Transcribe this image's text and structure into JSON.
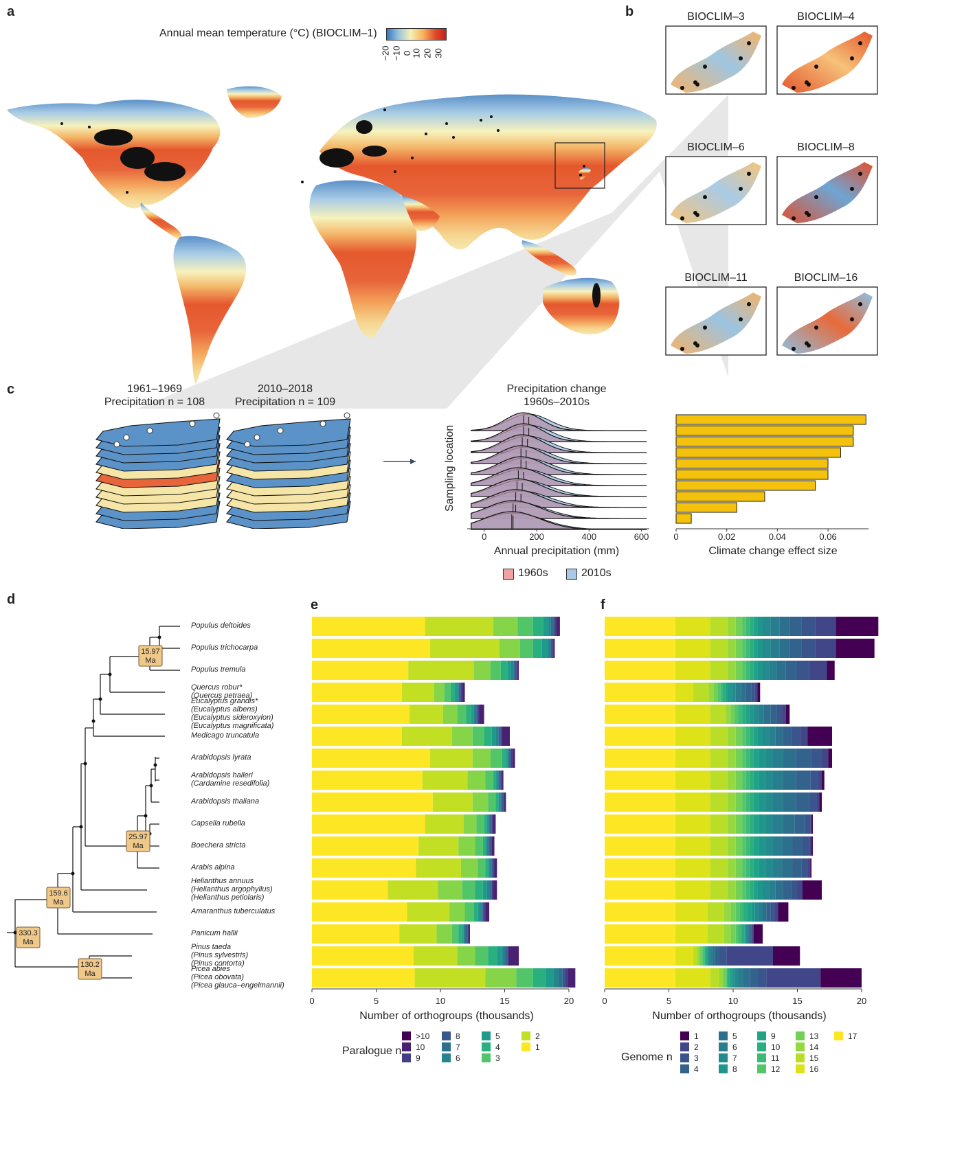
{
  "colors": {
    "cold": "#4f86c2",
    "mid": "#fbf3b5",
    "warm": "#e2562b",
    "land_pale": "#f7e3a4",
    "yellow": "#f4c20d",
    "red1960": "#f2a0a0",
    "blue2010": "#a9c9e6",
    "age_box": "#f0c98a"
  },
  "panel_a": {
    "letter": "a",
    "legend_title": "Annual mean temperature (°C) (BIOCLIM–1)",
    "legend_ticks": [
      "−20",
      "−10",
      "0",
      "10",
      "20",
      "30"
    ]
  },
  "panel_b": {
    "letter": "b",
    "maps": [
      "BIOCLIM–3",
      "BIOCLIM–4",
      "BIOCLIM–6",
      "BIOCLIM–8",
      "BIOCLIM–11",
      "BIOCLIM–16"
    ]
  },
  "panel_c": {
    "letter": "c",
    "period1": "1961–1969",
    "period1_n": "Precipitation n = 108",
    "period2": "2010–2018",
    "period2_n": "Precipitation n = 109",
    "ridge_title_1": "Precipitation change",
    "ridge_title_2": "1960s–2010s",
    "ridge_ylabel": "Sampling location",
    "ridge_xlabel": "Annual precipitation (mm)",
    "ridge_xticks": [
      "0",
      "200",
      "400",
      "600"
    ],
    "legend_1960": "1960s",
    "legend_2010": "2010s",
    "bar_xlabel": "Climate change effect size",
    "bar_xticks": [
      "0",
      "0.02",
      "0.04",
      "0.06"
    ]
  },
  "panel_d": {
    "letter": "d",
    "ages": [
      {
        "value": "15.97",
        "unit": "Ma"
      },
      {
        "value": "25.97",
        "unit": "Ma"
      },
      {
        "value": "159.6",
        "unit": "Ma"
      },
      {
        "value": "330.3",
        "unit": "Ma"
      },
      {
        "value": "130.2",
        "unit": "Ma"
      }
    ],
    "species": [
      [
        "Populus deltoides"
      ],
      [
        "Populus trichocarpa"
      ],
      [
        "Populus tremula"
      ],
      [
        "Quercus robur*",
        "(Quercus petraea)"
      ],
      [
        "Eucalyptus grandis*",
        "(Eucalyptus albens)",
        "(Eucalyptus sideroxylon)",
        "(Eucalyptus magnificata)"
      ],
      [
        "Medicago truncatula"
      ],
      [
        "Arabidopsis lyrata"
      ],
      [
        "Arabidopsis halleri",
        "(Cardamine resedifolia)"
      ],
      [
        "Arabidopsis thaliana"
      ],
      [
        "Capsella rubella"
      ],
      [
        "Boechera stricta"
      ],
      [
        "Arabis alpina"
      ],
      [
        "Helianthus annuus",
        "(Helianthus argophyllus)",
        "(Helianthus petiolaris)"
      ],
      [
        "Amaranthus tuberculatus"
      ],
      [
        "Panicum hallii"
      ],
      [
        "Pinus taeda",
        "(Pinus sylvestris)",
        "(Pinus contorta)"
      ],
      [
        "Picea abies",
        "(Picea obovata)",
        "(Picea glauca–engelmannii)"
      ]
    ]
  },
  "panel_e": {
    "letter": "e",
    "xlabel": "Number of orthogroups (thousands)",
    "xticks": [
      "0",
      "5",
      "10",
      "15",
      "20"
    ],
    "legend_title": "Paralogue n",
    "legend_labels": [
      ">10",
      "10",
      "9",
      "8",
      "7",
      "6",
      "5",
      "4",
      "3",
      "2",
      "1"
    ]
  },
  "panel_f": {
    "letter": "f",
    "xlabel": "Number of orthogroups (thousands)",
    "xticks": [
      "0",
      "5",
      "10",
      "15",
      "20"
    ],
    "legend_title": "Genome n",
    "legend_labels": [
      "1",
      "2",
      "3",
      "4",
      "5",
      "6",
      "7",
      "8",
      "9",
      "10",
      "11",
      "12",
      "13",
      "14",
      "15",
      "16",
      "17"
    ]
  },
  "chart_data": [
    {
      "type": "area",
      "panel": "c-ridges",
      "title": "Precipitation change 1960s–2010s",
      "xlabel": "Annual precipitation (mm)",
      "ylabel": "Sampling location",
      "xlim": [
        -65,
        630
      ],
      "series": [
        {
          "name": "1960s"
        },
        {
          "name": "2010s"
        }
      ],
      "ridge_count": 10,
      "median_1960s": [
        150,
        150,
        145,
        140,
        140,
        130,
        125,
        120,
        110,
        105
      ],
      "median_2010s": [
        170,
        170,
        165,
        160,
        160,
        150,
        145,
        140,
        120,
        110
      ]
    },
    {
      "type": "bar",
      "panel": "c-effect",
      "xlabel": "Climate change effect size",
      "xlim": [
        0,
        0.076
      ],
      "values": [
        0.075,
        0.07,
        0.07,
        0.065,
        0.06,
        0.06,
        0.055,
        0.035,
        0.024,
        0.006
      ]
    },
    {
      "type": "bar",
      "panel": "e",
      "stacked": true,
      "xlabel": "Number of orthogroups (thousands)",
      "xlim": [
        0,
        20
      ],
      "categories": [
        "Populus deltoides",
        "Populus trichocarpa",
        "Populus tremula",
        "Quercus robur*",
        "Eucalyptus grandis*",
        "Medicago truncatula",
        "Arabidopsis lyrata",
        "Arabidopsis halleri",
        "Arabidopsis thaliana",
        "Capsella rubella",
        "Boechera stricta",
        "Arabis alpina",
        "Helianthus annuus",
        "Amaranthus tuberculatus",
        "Panicum hallii",
        "Pinus taeda",
        "Picea abies"
      ],
      "series_order": [
        "1",
        "2",
        "3",
        "4",
        "5",
        "6",
        "7",
        "8",
        "9",
        "10",
        ">10"
      ],
      "rows": [
        [
          8.8,
          5.3,
          1.9,
          1.2,
          0.8,
          0.4,
          0.2,
          0.2,
          0.1,
          0.1,
          0.3
        ],
        [
          9.2,
          5.4,
          1.6,
          1.0,
          0.7,
          0.4,
          0.2,
          0.1,
          0.1,
          0.1,
          0.1
        ],
        [
          7.5,
          5.1,
          1.3,
          0.8,
          0.5,
          0.3,
          0.2,
          0.1,
          0.1,
          0.1,
          0.1
        ],
        [
          7.0,
          2.5,
          0.8,
          0.5,
          0.3,
          0.2,
          0.1,
          0.1,
          0.1,
          0.1,
          0.2
        ],
        [
          7.6,
          2.6,
          1.1,
          0.7,
          0.4,
          0.2,
          0.1,
          0.1,
          0.1,
          0.1,
          0.4
        ],
        [
          7.0,
          3.9,
          1.6,
          0.9,
          0.6,
          0.3,
          0.2,
          0.1,
          0.1,
          0.1,
          0.6
        ],
        [
          9.2,
          3.3,
          1.4,
          0.9,
          0.3,
          0.1,
          0.1,
          0.1,
          0.1,
          0.1,
          0.2
        ],
        [
          8.6,
          3.5,
          1.4,
          0.6,
          0.2,
          0.1,
          0.1,
          0.1,
          0.1,
          0.1,
          0.1
        ],
        [
          9.4,
          3.1,
          1.2,
          0.6,
          0.2,
          0.1,
          0.1,
          0.1,
          0.1,
          0.1,
          0.1
        ],
        [
          8.8,
          3.0,
          1.0,
          0.6,
          0.2,
          0.1,
          0.1,
          0.1,
          0.1,
          0.1,
          0.2
        ],
        [
          8.3,
          3.1,
          1.3,
          0.6,
          0.2,
          0.1,
          0.1,
          0.1,
          0.1,
          0.1,
          0.2
        ],
        [
          8.1,
          3.5,
          1.3,
          0.6,
          0.2,
          0.1,
          0.1,
          0.1,
          0.1,
          0.1,
          0.2
        ],
        [
          5.9,
          3.9,
          1.9,
          1.0,
          0.6,
          0.3,
          0.2,
          0.1,
          0.1,
          0.1,
          0.3
        ],
        [
          7.4,
          3.3,
          1.2,
          0.7,
          0.3,
          0.2,
          0.1,
          0.1,
          0.1,
          0.1,
          0.3
        ],
        [
          6.8,
          2.9,
          1.2,
          0.5,
          0.3,
          0.1,
          0.1,
          0.1,
          0.1,
          0.1,
          0.1
        ],
        [
          7.9,
          3.4,
          1.4,
          1.0,
          0.7,
          0.4,
          0.2,
          0.1,
          0.1,
          0.1,
          0.8
        ],
        [
          8.0,
          5.5,
          2.4,
          1.3,
          1.0,
          0.6,
          0.4,
          0.3,
          0.2,
          0.2,
          0.6
        ]
      ]
    },
    {
      "type": "bar",
      "panel": "f",
      "stacked": true,
      "xlabel": "Number of orthogroups (thousands)",
      "xlim": [
        0,
        20
      ],
      "categories": [
        "Populus deltoides",
        "Populus trichocarpa",
        "Populus tremula",
        "Quercus robur*",
        "Eucalyptus grandis*",
        "Medicago truncatula",
        "Arabidopsis lyrata",
        "Arabidopsis halleri",
        "Arabidopsis thaliana",
        "Capsella rubella",
        "Boechera stricta",
        "Arabis alpina",
        "Helianthus annuus",
        "Amaranthus tuberculatus",
        "Panicum hallii",
        "Pinus taeda",
        "Picea abies"
      ],
      "series_order": [
        "17",
        "16",
        "15",
        "14",
        "13",
        "12",
        "11",
        "10",
        "9",
        "8",
        "7",
        "6",
        "5",
        "4",
        "3",
        "2",
        "1"
      ],
      "rows": [
        [
          5.5,
          2.7,
          1.4,
          0.6,
          0.5,
          0.3,
          0.3,
          0.3,
          0.3,
          0.4,
          0.6,
          0.7,
          0.8,
          0.9,
          1.1,
          1.6,
          3.3
        ],
        [
          5.5,
          2.7,
          1.4,
          0.6,
          0.5,
          0.3,
          0.3,
          0.3,
          0.3,
          0.4,
          0.6,
          0.7,
          0.8,
          0.9,
          1.1,
          1.6,
          3.0
        ],
        [
          5.5,
          2.7,
          1.4,
          0.6,
          0.5,
          0.3,
          0.3,
          0.3,
          0.3,
          0.4,
          0.5,
          0.6,
          0.7,
          0.8,
          1.0,
          1.4,
          0.6
        ],
        [
          5.5,
          1.4,
          1.2,
          0.4,
          0.3,
          0.2,
          0.2,
          0.2,
          0.2,
          0.3,
          0.3,
          0.4,
          0.4,
          0.4,
          0.3,
          0.2,
          0.2
        ],
        [
          5.5,
          2.7,
          1.2,
          0.4,
          0.3,
          0.3,
          0.3,
          0.3,
          0.3,
          0.3,
          0.4,
          0.4,
          0.5,
          0.5,
          0.4,
          0.3,
          0.3
        ],
        [
          5.5,
          2.7,
          1.4,
          0.6,
          0.5,
          0.3,
          0.3,
          0.3,
          0.3,
          0.4,
          0.5,
          0.5,
          0.6,
          0.6,
          0.7,
          0.6,
          1.9
        ],
        [
          5.5,
          2.7,
          1.4,
          0.6,
          0.5,
          0.3,
          0.3,
          0.3,
          0.4,
          0.5,
          0.6,
          0.8,
          1.0,
          1.2,
          0.8,
          0.5,
          0.3
        ],
        [
          5.5,
          2.7,
          1.4,
          0.6,
          0.5,
          0.3,
          0.3,
          0.3,
          0.4,
          0.5,
          0.6,
          0.8,
          1.0,
          1.1,
          0.6,
          0.3,
          0.2
        ],
        [
          5.5,
          2.7,
          1.4,
          0.6,
          0.5,
          0.3,
          0.3,
          0.3,
          0.4,
          0.5,
          0.6,
          0.8,
          1.0,
          1.0,
          0.6,
          0.2,
          0.2
        ],
        [
          5.5,
          2.7,
          1.4,
          0.6,
          0.5,
          0.3,
          0.3,
          0.3,
          0.4,
          0.5,
          0.6,
          0.8,
          0.9,
          0.8,
          0.4,
          0.1,
          0.1
        ],
        [
          5.5,
          2.7,
          1.4,
          0.6,
          0.5,
          0.3,
          0.3,
          0.3,
          0.4,
          0.5,
          0.6,
          0.7,
          0.8,
          0.8,
          0.5,
          0.2,
          0.1
        ],
        [
          5.5,
          2.7,
          1.4,
          0.6,
          0.5,
          0.3,
          0.3,
          0.3,
          0.4,
          0.5,
          0.6,
          0.7,
          0.8,
          0.7,
          0.5,
          0.2,
          0.1
        ],
        [
          5.5,
          2.7,
          1.4,
          0.6,
          0.5,
          0.3,
          0.3,
          0.3,
          0.3,
          0.4,
          0.5,
          0.5,
          0.6,
          0.6,
          0.5,
          0.4,
          1.5
        ],
        [
          5.5,
          2.5,
          1.3,
          0.5,
          0.4,
          0.3,
          0.3,
          0.3,
          0.3,
          0.3,
          0.3,
          0.3,
          0.3,
          0.3,
          0.3,
          0.3,
          0.8
        ],
        [
          5.5,
          2.5,
          1.3,
          0.5,
          0.4,
          0.2,
          0.2,
          0.2,
          0.1,
          0.1,
          0.1,
          0.1,
          0.1,
          0.1,
          0.1,
          0.1,
          0.7
        ],
        [
          5.5,
          1.4,
          0.3,
          0.2,
          0.2,
          0.1,
          0.1,
          0.1,
          0.1,
          0.1,
          0.1,
          0.2,
          0.2,
          0.3,
          0.6,
          3.6,
          2.1
        ],
        [
          5.5,
          2.7,
          0.7,
          0.3,
          0.2,
          0.1,
          0.1,
          0.1,
          0.2,
          0.2,
          0.3,
          0.4,
          0.5,
          0.6,
          0.7,
          4.2,
          3.2
        ]
      ]
    }
  ]
}
